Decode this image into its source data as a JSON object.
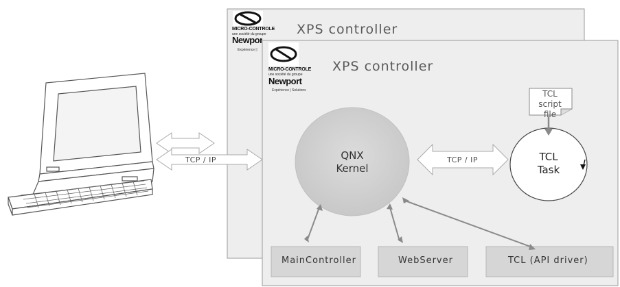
{
  "panels": {
    "back_title": "XPS  controller",
    "front_title": "XPS  controller"
  },
  "logo": {
    "company": "MICRO-CONTROLE",
    "subtitle": "une société du groupe",
    "brand": "Newport",
    "tagline": "Expérience | Solutions"
  },
  "links": {
    "pc_to_controller": "TCP / IP",
    "kernel_to_task": "TCP / IP"
  },
  "kernel": {
    "line1": "QNX",
    "line2": "Kernel"
  },
  "task": {
    "line1": "TCL",
    "line2": "Task"
  },
  "script_file": {
    "line1": "TCL",
    "line2": "script",
    "line3": "file"
  },
  "modules": {
    "main": "MainController",
    "web": "WebServer",
    "tcl_api": "TCL    (API  driver)"
  }
}
